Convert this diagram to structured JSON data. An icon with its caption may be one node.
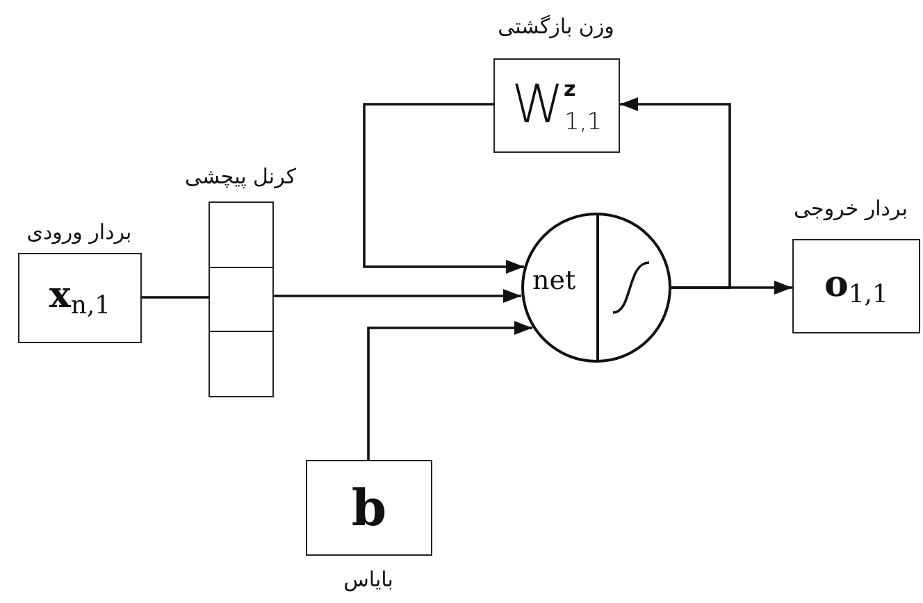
{
  "diagram": {
    "nodes": [
      {
        "text": [
          "بردار ورودی",
          "**x**$_{n,1}$"
        ]
      },
      {
        "text": [
          "کرنل پیچشی"
        ]
      },
      {
        "text": [
          "net"
        ]
      },
      {
        "text": [
          "وزن بازگشتی",
          "W$^{z}$$_{1,1}$"
        ]
      },
      {
        "text": [
          "بردار خروجی",
          "**o**$_{1,1}$"
        ]
      },
      {
        "text": [
          "b",
          "بایاس"
        ]
      }
    ],
    "edges": [
      {
        "from": 0,
        "to": 1,
        "arrow": "none"
      },
      {
        "from": 1,
        "to": 2,
        "arrow": "to"
      },
      {
        "from": 3,
        "to": 2,
        "arrow": "to"
      },
      {
        "from": 5,
        "to": 2,
        "arrow": "to"
      },
      {
        "from": 2,
        "to": 4,
        "arrow": "to"
      },
      {
        "from": 2,
        "to": 3,
        "arrow": "to"
      }
    ]
  }
}
